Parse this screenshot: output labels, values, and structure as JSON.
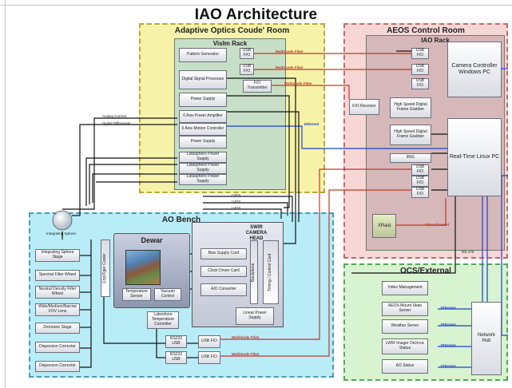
{
  "title": "IAO Architecture",
  "colors": {
    "coude_bg": "#f6f3a8",
    "coude_border": "#b6a63a",
    "control_bg": "#f7d6d6",
    "control_border": "#c86a6a",
    "bench_bg": "#b8ecf7",
    "bench_border": "#4d9bb0",
    "ocs_bg": "#d7f3d0",
    "ocs_border": "#5aa55a",
    "rack_green": "#c7dfc6",
    "rack_pink": "#d6b8ba",
    "red_wire": "#c0392b",
    "blue_wire": "#1f3fd0",
    "black_wire": "#111111"
  },
  "rooms": {
    "coude": "Adaptive Optics Coude' Room",
    "control": "AEOS Control Room",
    "bench": "AO Bench",
    "ocs": "OCS/External"
  },
  "visim_rack": {
    "title": "VisIm Rack",
    "pattern_generator": "Pattern Generator",
    "dsp": "Digital Signal Processor",
    "power_supply_1": "Power Supply",
    "axis_amplifier": "6 Axis Power Amplifier",
    "axis_controller": "6 Axis Motion Controller",
    "power_supply_2": "Power Supply",
    "lataphere_1": "Latasphere Power Supply",
    "lataphere_2": "Latasphere Power Supply",
    "lataphere_3": "Latasphere Power Supply",
    "usb_fo_1": "USB F/O",
    "usb_fo_2": "USB F/O",
    "fo_transmitter": "F/O Transmitter"
  },
  "iao_rack": {
    "title": "IAO Rack",
    "usb_fo_1": "USB F/O",
    "usb_fo_2": "USB F/O",
    "usb_fo_3": "USB F/O",
    "usb_fo_4": "USB F/O",
    "usb_fo_5": "USB F/O",
    "usb_fo_6": "USB F/O",
    "fo_receiver": "F/O Receiver",
    "frame_grabber_1": "High Speed Digital Frame Grabber",
    "frame_grabber_2": "High Speed Digital Frame Grabber",
    "camera_pc": "Camera Controller Windows PC",
    "realtime_pc": "Real-Time Linux PC",
    "irig": "IRIG",
    "xraid": "XRaid"
  },
  "bench": {
    "integrating_stage": "Integrating Sphere",
    "integrating_sphere_stage": "Integrating Sphere Stage",
    "spectral_filter": "Spectral Filter Wheel",
    "nd_filter": "Neutral Density Filter Wheel",
    "fov_lens": "Wide/Medium/Narrow FOV Lens",
    "derotator": "Derotator Stage",
    "dispersion_1": "Dispersion Corrector",
    "dispersion_2": "Dispersion Corrector",
    "dewar": "Dewar",
    "cryo_cooler": "CryoTiger Cooler",
    "temp_sensor": "Temperature Sensor",
    "vacuum_control": "Vacuum Control",
    "lakeshore": "Lakeshore Temperature Controller",
    "rs232_1": "RS232 USB",
    "rs232_2": "RS232 USB",
    "usb_fo_a": "USB F/O",
    "usb_fo_b": "USB F/O",
    "swir_head": "SWIR CAMERA HEAD",
    "bias_card": "Bias Supply Card",
    "clock_card": "Clock Driver Card",
    "ad_converter": "A/D Converter",
    "backplane": "Backplane",
    "timing_card": "Timing / Control Card",
    "linear_power": "Linear Power Supply"
  },
  "ocs": {
    "video": "Video Management",
    "aeos_mount": "AEOS Mount State Server",
    "weather": "Weather Server",
    "lwir": "LWIR Imager Dichroic Status",
    "ao_status": "AO Status",
    "network_hub": "Network Hub"
  },
  "labels": {
    "multimode_1": "Multimode Fiber",
    "multimode_2": "Multimode Fiber",
    "multimode_3": "Multimode Fiber",
    "multimode_4": "Multimode Fiber",
    "multimode_5": "Multimode Fiber",
    "ethernet_1": "Ethernet",
    "ethernet_2": "Ethernet",
    "ethernet_3": "Ethernet",
    "ethernet_4": "Ethernet",
    "ethernet_5": "Ethernet",
    "analog_current": "Analog Current",
    "digital_diff": "Digital Differential",
    "lvds_1": "LVDS",
    "lvds_2": "LVDS",
    "lvds_3": "LVDS",
    "fibre_channel": "Fibre Channel",
    "rs170": "RS-170"
  }
}
